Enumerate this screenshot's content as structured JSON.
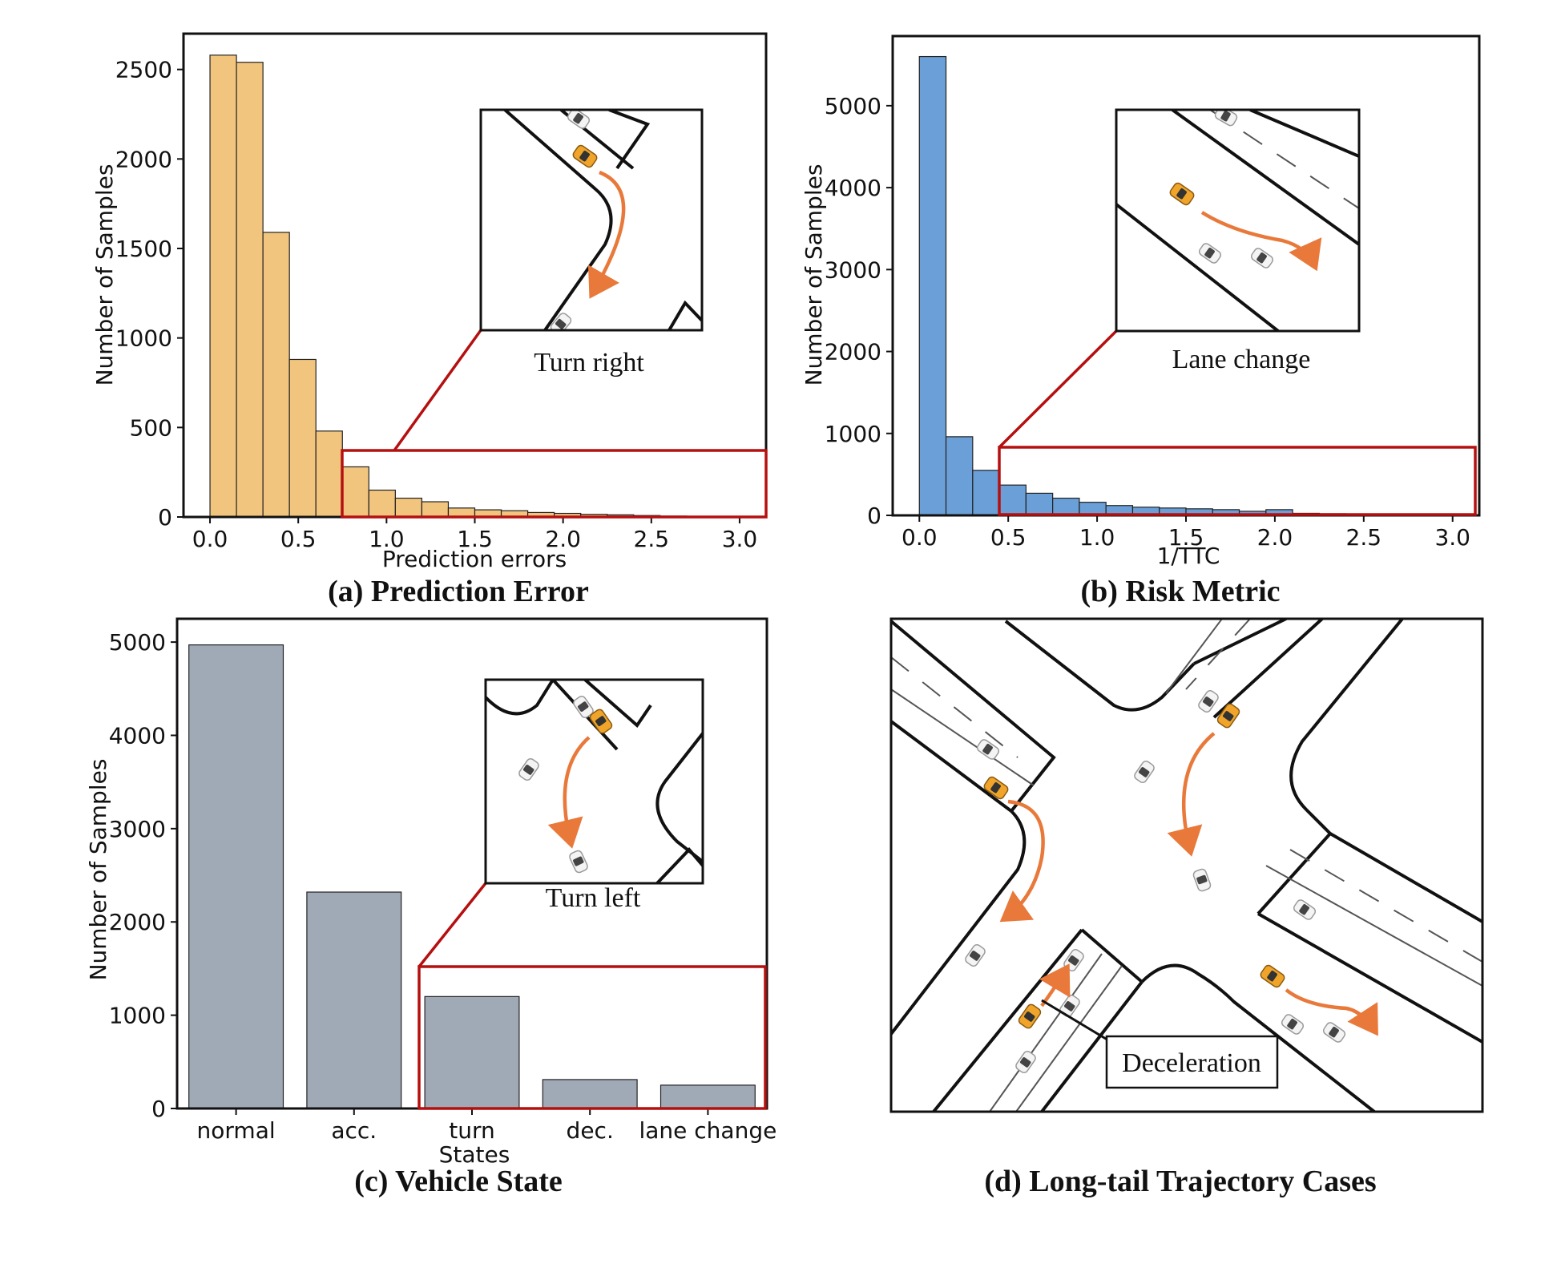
{
  "chart_data": [
    {
      "type": "bar",
      "id": "a",
      "caption": "(a) Prediction Error",
      "xlabel": "Prediction errors",
      "ylabel": "Number of Samples",
      "xlim": [
        -0.15,
        3.15
      ],
      "ylim": [
        0,
        2700
      ],
      "x_ticks": [
        "0.0",
        "0.5",
        "1.0",
        "1.5",
        "2.0",
        "2.5",
        "3.0"
      ],
      "y_ticks": [
        "0",
        "500",
        "1000",
        "1500",
        "2000",
        "2500"
      ],
      "bin_width": 0.15,
      "bin_starts": [
        0.0,
        0.15,
        0.3,
        0.45,
        0.6,
        0.75,
        0.9,
        1.05,
        1.2,
        1.35,
        1.5,
        1.65,
        1.8,
        1.95,
        2.1,
        2.25,
        2.4,
        2.55,
        2.7,
        2.85
      ],
      "values": [
        2580,
        2540,
        1590,
        880,
        480,
        280,
        150,
        105,
        85,
        50,
        40,
        35,
        25,
        20,
        15,
        12,
        8,
        5,
        3,
        2
      ],
      "color": "#f2c57e",
      "highlight_range": [
        0.75,
        3.15
      ],
      "inset_label": "Turn right"
    },
    {
      "type": "bar",
      "id": "b",
      "caption": "(b) Risk Metric",
      "xlabel": "1/TTC",
      "ylabel": "Number of Samples",
      "xlim": [
        -0.15,
        3.15
      ],
      "ylim": [
        0,
        5850
      ],
      "x_ticks": [
        "0.0",
        "0.5",
        "1.0",
        "1.5",
        "2.0",
        "2.5",
        "3.0"
      ],
      "y_ticks": [
        "0",
        "1000",
        "2000",
        "3000",
        "4000",
        "5000"
      ],
      "bin_width": 0.15,
      "bin_starts": [
        0.0,
        0.15,
        0.3,
        0.45,
        0.6,
        0.75,
        0.9,
        1.05,
        1.2,
        1.35,
        1.5,
        1.65,
        1.8,
        1.95,
        2.1,
        2.25,
        2.4,
        2.55,
        2.7,
        2.85
      ],
      "values": [
        5600,
        960,
        550,
        370,
        270,
        210,
        160,
        120,
        100,
        90,
        80,
        70,
        50,
        70,
        25,
        20,
        12,
        8,
        5,
        3
      ],
      "color": "#6a9fd7",
      "highlight_range": [
        0.45,
        3.12
      ],
      "inset_label": "Lane change"
    },
    {
      "type": "bar",
      "id": "c",
      "caption": "(c) Vehicle State",
      "xlabel": "States",
      "ylabel": "Number of Samples",
      "ylim": [
        0,
        5250
      ],
      "y_ticks": [
        "0",
        "1000",
        "2000",
        "3000",
        "4000",
        "5000"
      ],
      "categories": [
        "normal",
        "acc.",
        "turn",
        "dec.",
        "lane change"
      ],
      "values": [
        4970,
        2320,
        1200,
        310,
        250
      ],
      "color": "#a0aab7",
      "inset_label": "Turn left"
    }
  ],
  "panel_d": {
    "caption": "(d) Long-tail Trajectory Cases",
    "label": "Deceleration"
  },
  "colors": {
    "highlight_box": "#b51010",
    "trajectory_arrow": "#e8793a",
    "ego_vehicle": "#f0a52a"
  }
}
